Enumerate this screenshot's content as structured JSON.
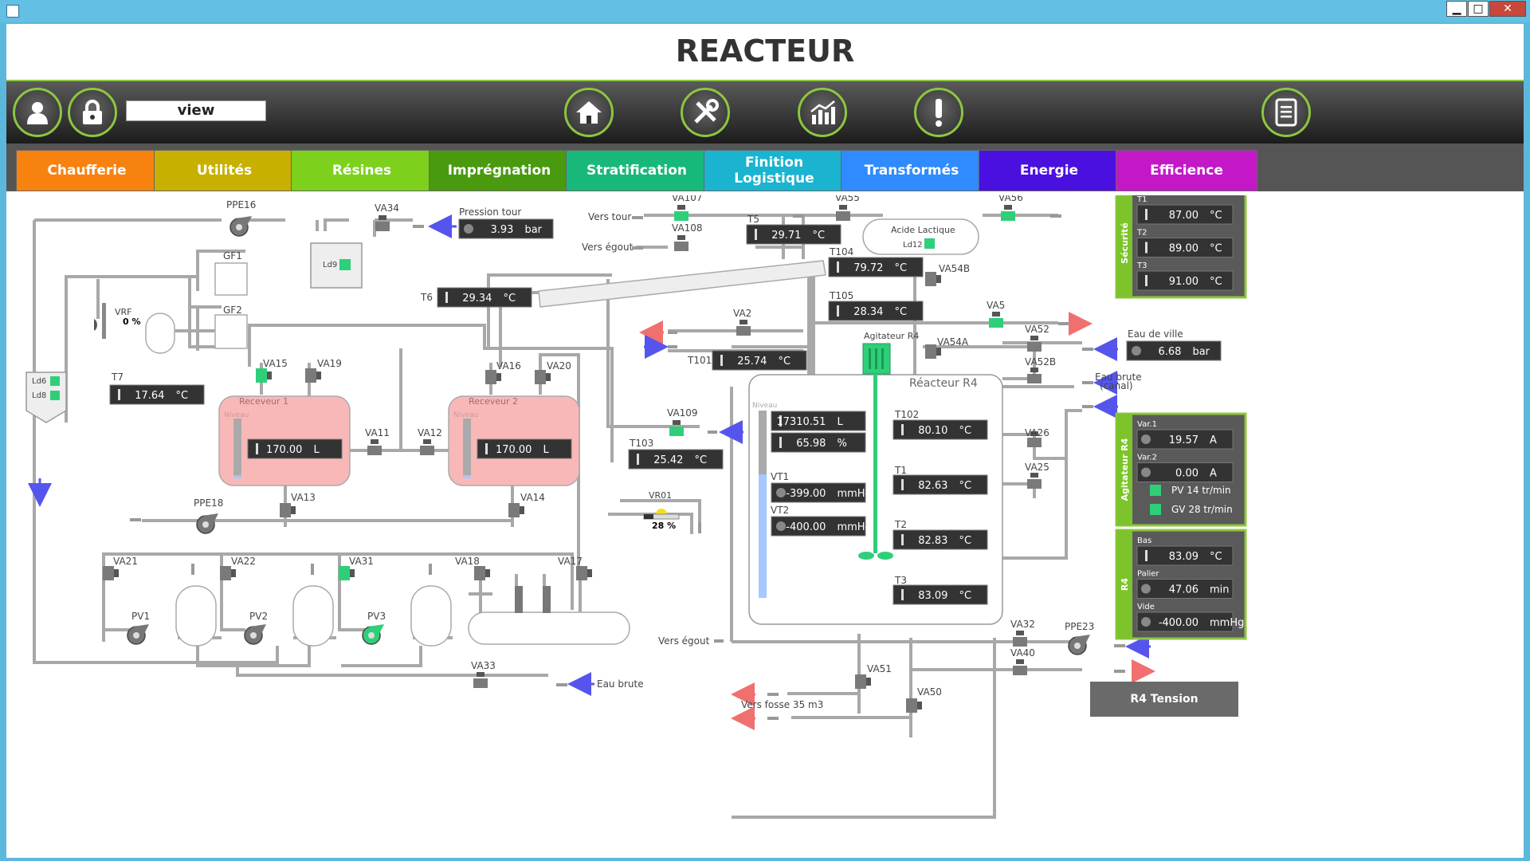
{
  "window": {
    "minimize": "▁",
    "maximize": "□",
    "close": "✕"
  },
  "header": {
    "title": "REACTEUR"
  },
  "toolbar": {
    "view_field": "view",
    "icons": [
      "user-icon",
      "lock-icon",
      "home-icon",
      "tools-icon",
      "chart-icon",
      "alert-icon",
      "list-icon"
    ]
  },
  "nav": [
    {
      "label": "Chaufferie",
      "color": "#f7820f"
    },
    {
      "label": "Utilités",
      "color": "#c8b000"
    },
    {
      "label": "Résines",
      "color": "#7dd11c"
    },
    {
      "label": "Imprégnation",
      "color": "#4a9a10"
    },
    {
      "label": "Stratification",
      "color": "#18b87a"
    },
    {
      "label": "Finition\nLogistique",
      "color": "#1ab4d0"
    },
    {
      "label": "Transformés",
      "color": "#2f8bff"
    },
    {
      "label": "Energie",
      "color": "#4a10e0"
    },
    {
      "label": "Efficience",
      "color": "#c418c8"
    }
  ],
  "labels": {
    "ppe16": "PPE16",
    "va34": "VA34",
    "pression_tour": "Pression tour",
    "ld9": "Ld9",
    "gf1": "GF1",
    "gf2": "GF2",
    "vrf": "VRF",
    "vrf_pct": "0  %",
    "ld6": "Ld6",
    "ld8": "Ld8",
    "t7": "T7",
    "t6": "T6",
    "va15": "VA15",
    "va19": "VA19",
    "va16": "VA16",
    "va20": "VA20",
    "receveur1": "Receveur 1",
    "receveur2": "Receveur 2",
    "niveau": "Niveau",
    "va11": "VA11",
    "va12": "VA12",
    "va13": "VA13",
    "va14": "VA14",
    "ppe18": "PPE18",
    "va21": "VA21",
    "va22": "VA22",
    "va31": "VA31",
    "va18": "VA18",
    "va17": "VA17",
    "pv1": "PV1",
    "pv2": "PV2",
    "pv3": "PV3",
    "va33": "VA33",
    "eau_brute": "Eau brute",
    "va107": "VA107",
    "vers_tour": "Vers tour",
    "va108": "VA108",
    "vers_egout": "Vers égout",
    "t5": "T5",
    "va55": "VA55",
    "va56": "VA56",
    "acide_lactique": "Acide Lactique",
    "ld12": "Ld12",
    "t104": "T104",
    "va54b": "VA54B",
    "t105": "T105",
    "va2": "VA2",
    "va5": "VA5",
    "t101": "T101",
    "agitateur_r4": "Agitateur R4",
    "va54a": "VA54A",
    "va52": "VA52",
    "va52b": "VA52B",
    "eau_de_ville": "Eau de ville",
    "eau_brute_canal": "Eau brute\n(canal)",
    "reacteur_r4": "Réacteur R4",
    "va109": "VA109",
    "t103": "T103",
    "vr01": "VR01",
    "vr01_pct": "28  %",
    "vt1": "VT1",
    "vt2": "VT2",
    "t102": "T102",
    "t1": "T1",
    "t2": "T2",
    "t3": "T3",
    "va26": "VA26",
    "va25": "VA25",
    "va32": "VA32",
    "ppe23": "PPE23",
    "va40": "VA40",
    "va51": "VA51",
    "va50": "VA50",
    "vers_egout2": "Vers égout",
    "vers_fosse": "Vers fosse 35 m3"
  },
  "displays": {
    "pression_tour": {
      "value": "3.93",
      "unit": "bar"
    },
    "t7": {
      "value": "17.64",
      "unit": "°C"
    },
    "t6": {
      "value": "29.34",
      "unit": "°C"
    },
    "recv1": {
      "value": "170.00",
      "unit": "L"
    },
    "recv2": {
      "value": "170.00",
      "unit": "L"
    },
    "t5": {
      "value": "29.71",
      "unit": "°C"
    },
    "t104": {
      "value": "79.72",
      "unit": "°C"
    },
    "t105": {
      "value": "28.34",
      "unit": "°C"
    },
    "t101": {
      "value": "25.74",
      "unit": "°C"
    },
    "t103": {
      "value": "25.42",
      "unit": "°C"
    },
    "r4_level_l": {
      "value": "17310.51",
      "unit": "L"
    },
    "r4_level_pct": {
      "value": "65.98",
      "unit": "%"
    },
    "vt1": {
      "value": "-399.00",
      "unit": "mmHg"
    },
    "vt2": {
      "value": "-400.00",
      "unit": "mmHg"
    },
    "t102": {
      "value": "80.10",
      "unit": "°C"
    },
    "t1": {
      "value": "82.63",
      "unit": "°C"
    },
    "t2": {
      "value": "82.83",
      "unit": "°C"
    },
    "t3": {
      "value": "83.09",
      "unit": "°C"
    },
    "eau_de_ville": {
      "value": "6.68",
      "unit": "bar"
    }
  },
  "panels": {
    "securite": {
      "title": "Sécurité",
      "rows": [
        {
          "label": "T1",
          "value": "87.00",
          "unit": "°C"
        },
        {
          "label": "T2",
          "value": "89.00",
          "unit": "°C"
        },
        {
          "label": "T3",
          "value": "91.00",
          "unit": "°C"
        }
      ]
    },
    "agitateur": {
      "title": "Agitateur R4",
      "rows": [
        {
          "label": "Var.1",
          "value": "19.57",
          "unit": "A"
        },
        {
          "label": "Var.2",
          "value": "0.00",
          "unit": "A"
        }
      ],
      "flags": [
        "PV 14 tr/min",
        "GV 28 tr/min"
      ]
    },
    "r4": {
      "title": "R4",
      "rows": [
        {
          "label": "Bas",
          "value": "83.09",
          "unit": "°C"
        },
        {
          "label": "Palier",
          "value": "47.06",
          "unit": "min"
        },
        {
          "label": "Vide",
          "value": "-400.00",
          "unit": "mmHg"
        }
      ]
    }
  },
  "r4_tension_button": "R4 Tension",
  "levels": {
    "receveur1": 0.05,
    "receveur2": 0.05,
    "r4": 0.66
  }
}
